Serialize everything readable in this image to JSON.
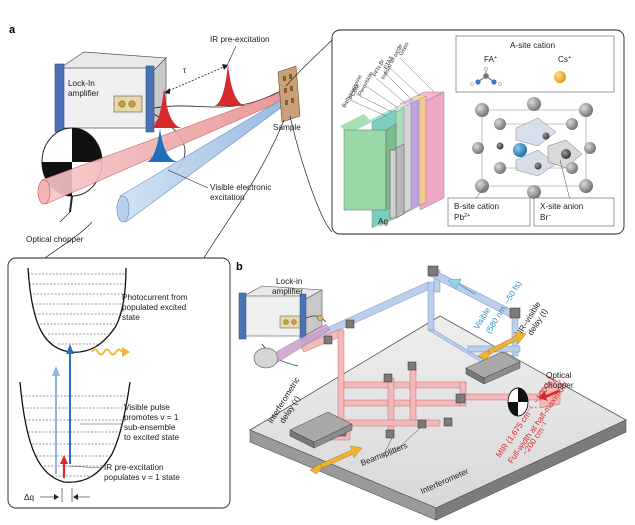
{
  "panels": {
    "a": "a",
    "b": "b"
  },
  "panel_a": {
    "lockin": [
      "Lock-In",
      "amplifier"
    ],
    "tau": "τ",
    "ir_pre": "IR pre-excitation",
    "sample": "Sample",
    "visible": [
      "Visible electronic",
      "excitation"
    ],
    "chopper": "Optical chopper"
  },
  "device": {
    "layers": [
      "Glass",
      "Indium tin oxide",
      "PTAA",
      "PFN-Br",
      "Perovskite",
      "PCBM",
      "Bathocuproine"
    ],
    "ag": "Ag",
    "a_site": "A-site cation",
    "fa": "FA",
    "cs": "Cs",
    "b_site": [
      "B-site cation",
      "Pb"
    ],
    "x_site": [
      "X-site anion",
      "Br"
    ],
    "plus": "+",
    "two_plus": "2+",
    "minus": "−"
  },
  "energy": {
    "photocurrent": [
      "Photocurrent from",
      "populated excited",
      "state"
    ],
    "visible_pulse": [
      "Visible pulse",
      "promotes v = 1",
      "sub-ensemble",
      "to excited state"
    ],
    "ir_pre": [
      "IR pre-excitation",
      "populates v = 1 state"
    ],
    "dq": "Δq"
  },
  "panel_b": {
    "lockin": [
      "Lock-in",
      "amplifier"
    ],
    "visible": [
      "Visible",
      "(580 nm, ~50 fs)"
    ],
    "ir_visible_delay": [
      "IR–visible",
      "delay (t)"
    ],
    "optical_chopper": [
      "Optical",
      "chopper"
    ],
    "interferometric_delay": [
      "Interferometric",
      "delay (τ)"
    ],
    "beamsplitters": "Beamsplitters",
    "interferometer": "Interferometer",
    "mir": [
      "MIR (1,675 cm⁻¹, ~100 fs)",
      "Full-width at half-maximum",
      "~200 cm⁻¹"
    ]
  },
  "colors": {
    "ir": "#d8292f",
    "visible": "#2a8fc6",
    "accent": "#f2b233"
  }
}
